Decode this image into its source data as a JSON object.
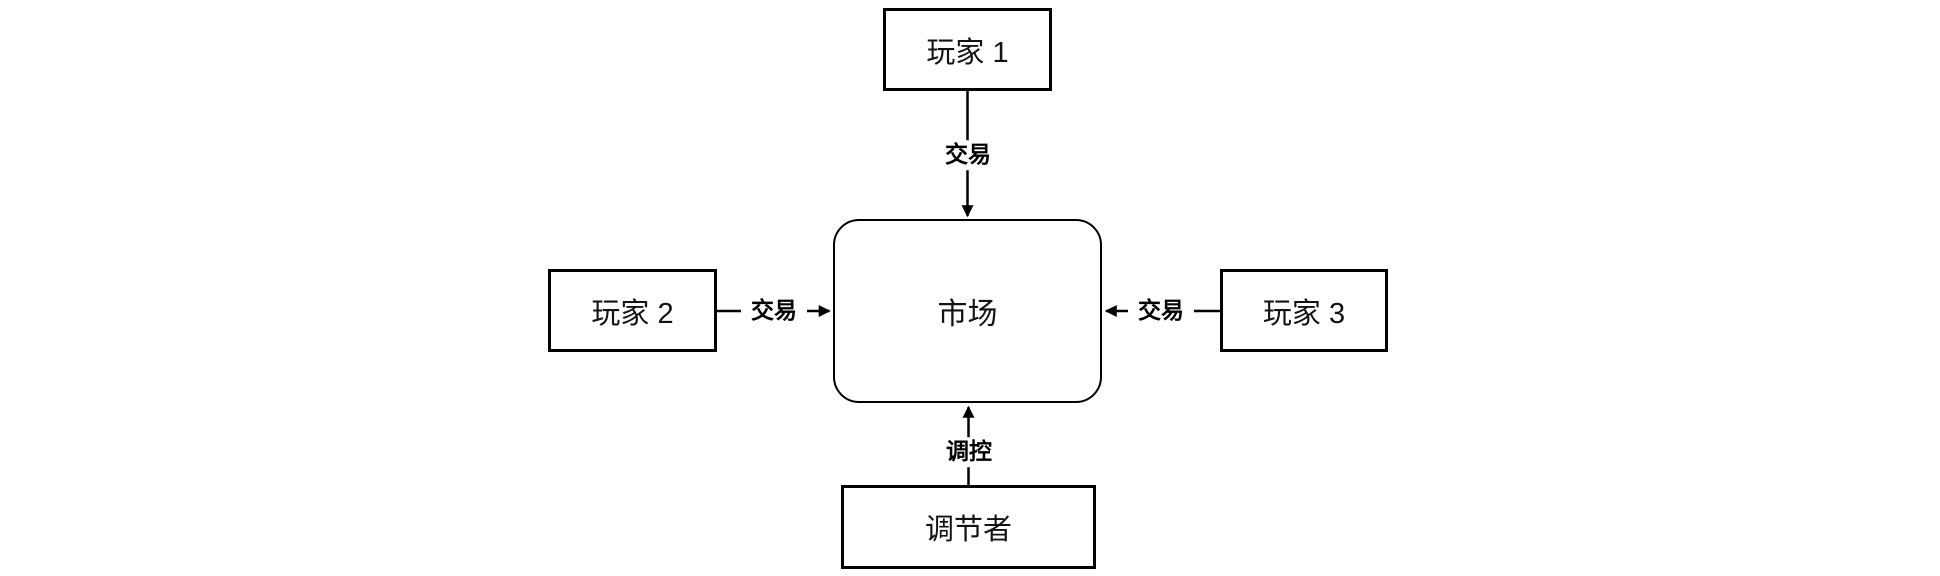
{
  "diagram": {
    "type": "flowchart",
    "background": "#ffffff",
    "stroke_color": "#000000",
    "node_fill": "#ffffff",
    "text_color": "#131313",
    "nodes": {
      "player1": {
        "label": "玩家 1",
        "shape": "rectangle"
      },
      "player2": {
        "label": "玩家 2",
        "shape": "rectangle"
      },
      "player3": {
        "label": "玩家 3",
        "shape": "rectangle"
      },
      "market": {
        "label": "市场",
        "shape": "rounded-rectangle"
      },
      "regulator": {
        "label": "调节者",
        "shape": "rectangle"
      }
    },
    "edges": [
      {
        "from": "玩家 1",
        "to": "市场",
        "label": "交易",
        "direction": "down"
      },
      {
        "from": "玩家 2",
        "to": "市场",
        "label": "交易",
        "direction": "right"
      },
      {
        "from": "玩家 3",
        "to": "市场",
        "label": "交易",
        "direction": "left"
      },
      {
        "from": "调节者",
        "to": "市场",
        "label": "调控",
        "direction": "up"
      }
    ]
  }
}
